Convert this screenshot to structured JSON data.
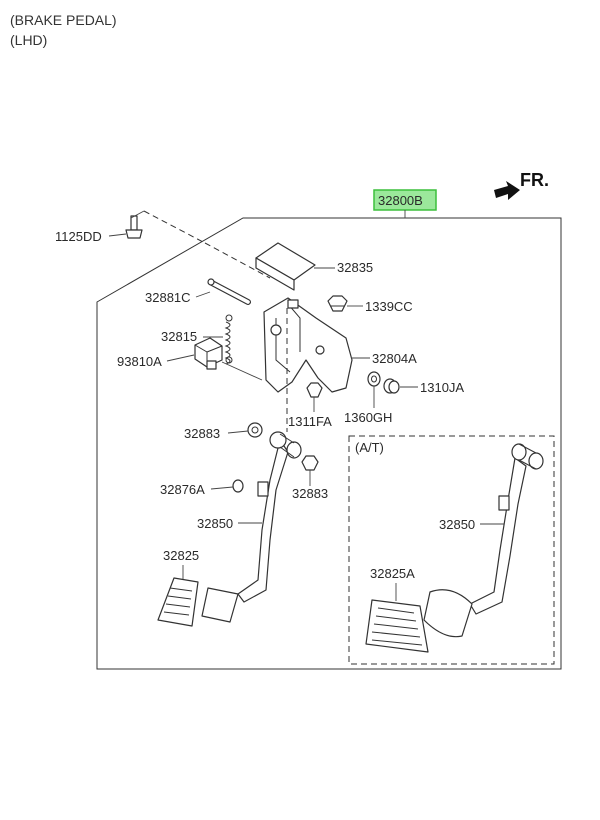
{
  "header": {
    "line1": "(BRAKE PEDAL)",
    "line2": "(LHD)"
  },
  "direction": {
    "label": "FR."
  },
  "assembly": {
    "part_number": "32800B",
    "highlight_color": "#9be89b",
    "highlight_border": "#3cbf3c"
  },
  "at_box": {
    "label": "(A/T)"
  },
  "callouts": {
    "p1125DD": "1125DD",
    "p32835": "32835",
    "p32881C": "32881C",
    "p1339CC": "1339CC",
    "p32815": "32815",
    "p93810A": "93810A",
    "p32804A": "32804A",
    "p1310JA": "1310JA",
    "p1360GH": "1360GH",
    "p1311FA": "1311FA",
    "p32883a": "32883",
    "p32876A": "32876A",
    "p32883b": "32883",
    "p32850a": "32850",
    "p32825": "32825",
    "p32850b": "32850",
    "p32825A": "32825A"
  }
}
